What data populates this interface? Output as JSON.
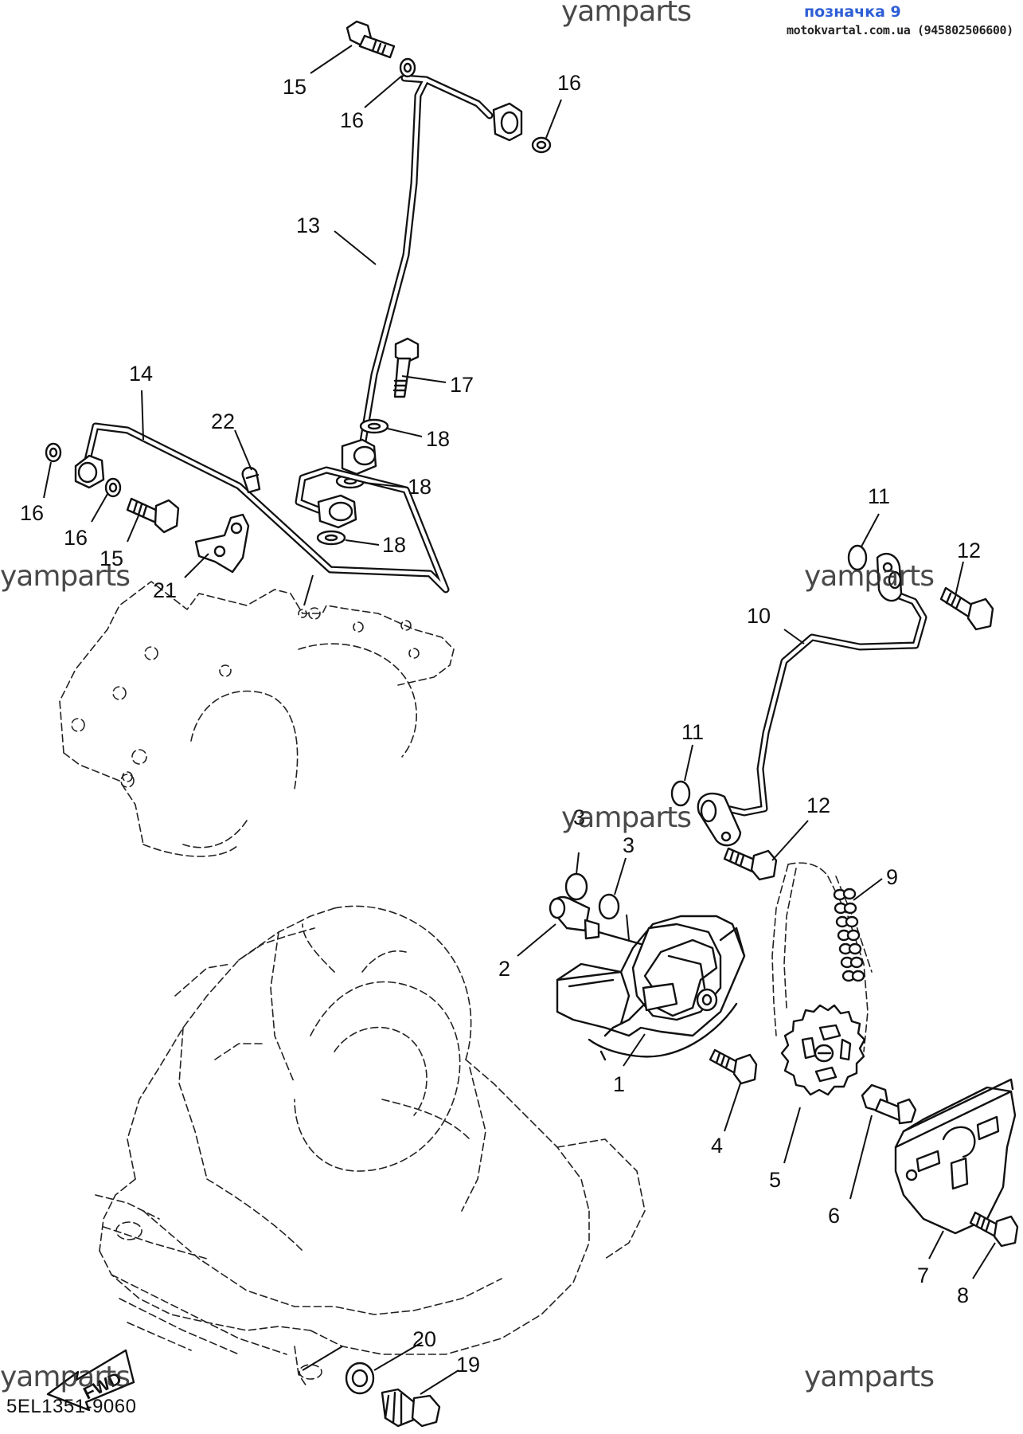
{
  "header": {
    "title": "позначка 9",
    "subtitle": "motokvartal.com.ua (945802506600)"
  },
  "watermark": "yamparts",
  "diagram_code": "5EL1351-9060",
  "fwd_label": "FWD",
  "callouts": [
    "1",
    "2",
    "3",
    "3",
    "4",
    "5",
    "6",
    "7",
    "8",
    "9",
    "10",
    "11",
    "11",
    "12",
    "12",
    "13",
    "14",
    "15",
    "15",
    "16",
    "16",
    "16",
    "16",
    "17",
    "18",
    "18",
    "18",
    "19",
    "20",
    "21",
    "22"
  ],
  "colors": {
    "header": "#2f5fd6",
    "ink": "#111111"
  }
}
